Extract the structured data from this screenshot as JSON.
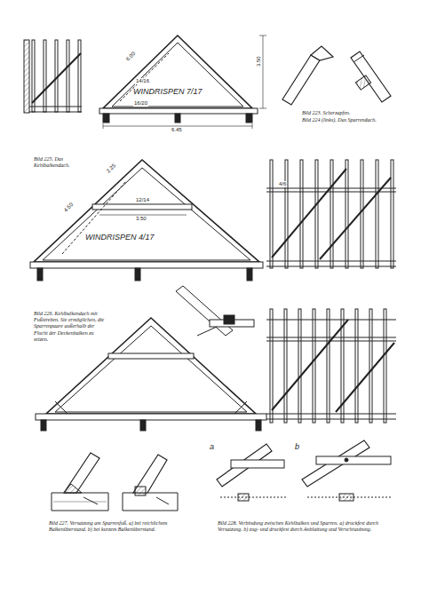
{
  "diagram": {
    "labels": [
      "6.00",
      "WINDRISPEN 7/17",
      "3.50",
      "14/16",
      "16/20",
      "6.45",
      "Bild 223. Scherzapfen.",
      "Bild 224 (links). Das Sparrendach.",
      "Bild 225. Das Kehlbalkendach.",
      "2.25",
      "4.50",
      "12/14",
      "3.50",
      "WINDRISPEN 4/17",
      "4/6",
      "Bild 226. Kehlbalkendach mit Fußstreben. Sie ermöglichen, die Sparrenpaare außerhalb der Flucht der Deckenbalken zu setzen.",
      "Bild 227. Versatzung am Sparrenfuß. a) bei reichlichem Balkenüberstand. b) bei kurzem Balkenüberstand.",
      "Bild 228. Verbindung zwischen Kehlbalken und Sparren. a) druckfest durch Versatzung. b) zug- und druckfest durch Anblattung und Verschraubung.",
      "a",
      "b"
    ]
  }
}
